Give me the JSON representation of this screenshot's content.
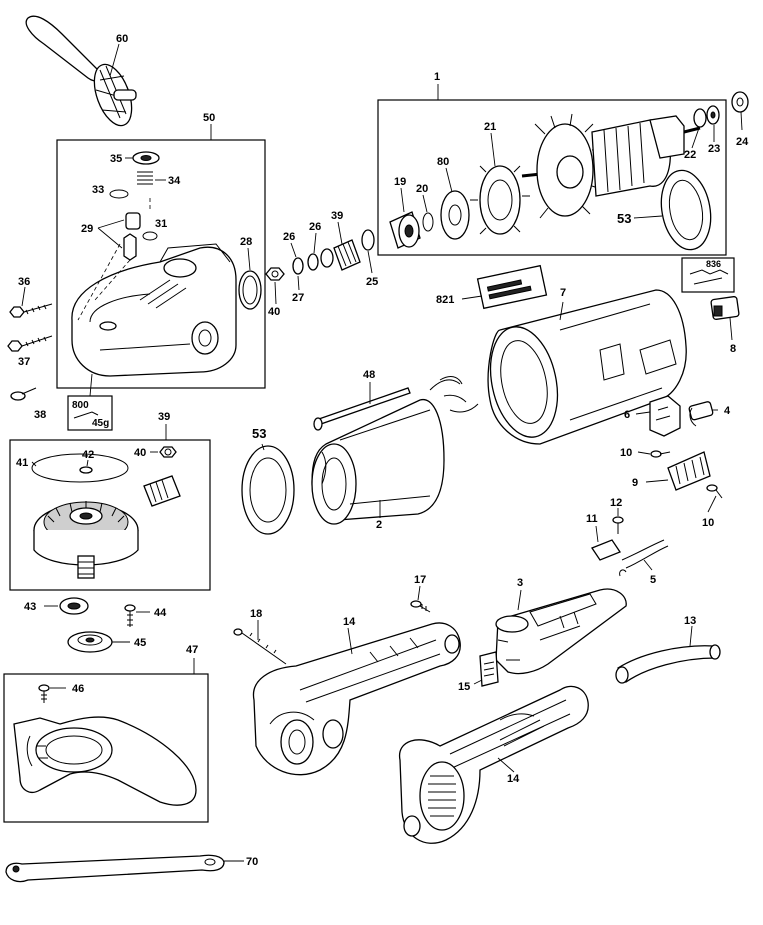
{
  "callouts": {
    "c1": "1",
    "c2": "2",
    "c3": "3",
    "c4": "4",
    "c5": "5",
    "c6": "6",
    "c7": "7",
    "c8": "8",
    "c9": "9",
    "c10a": "10",
    "c10b": "10",
    "c11": "11",
    "c12": "12",
    "c13": "13",
    "c14a": "14",
    "c14b": "14",
    "c15": "15",
    "c17": "17",
    "c18": "18",
    "c19": "19",
    "c20": "20",
    "c21": "21",
    "c22": "22",
    "c23": "23",
    "c24": "24",
    "c25": "25",
    "c26a": "26",
    "c26b": "26",
    "c27": "27",
    "c28": "28",
    "c29": "29",
    "c31": "31",
    "c33": "33",
    "c34": "34",
    "c35": "35",
    "c36": "36",
    "c37": "37",
    "c38": "38",
    "c39a": "39",
    "c39b": "39",
    "c40a": "40",
    "c40b": "40",
    "c41": "41",
    "c42": "42",
    "c43": "43",
    "c44": "44",
    "c45": "45",
    "c46": "46",
    "c47": "47",
    "c48": "48",
    "c50": "50",
    "c53a": "53",
    "c53b": "53",
    "c60": "60",
    "c70": "70",
    "c80": "80",
    "c821": "821",
    "c836": "836",
    "c800": "800",
    "grease": "45g"
  }
}
